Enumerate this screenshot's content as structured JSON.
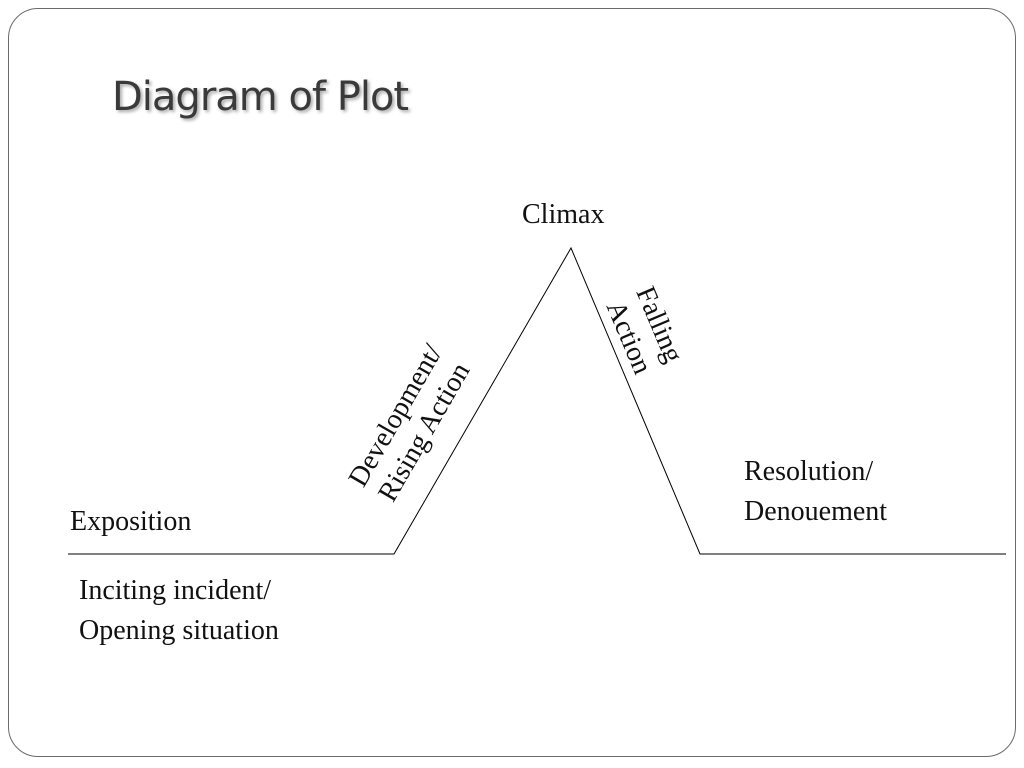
{
  "slide": {
    "title": "Diagram of Plot"
  },
  "diagram": {
    "climax": "Climax",
    "rising_action": [
      "Development/",
      "Rising Action"
    ],
    "falling_action": [
      "Falling",
      "Action"
    ],
    "resolution": [
      "Resolution/",
      "Denouement"
    ],
    "exposition": "Exposition",
    "inciting_incident": [
      "Inciting incident/",
      "Opening situation"
    ],
    "line_color": "#000000"
  }
}
